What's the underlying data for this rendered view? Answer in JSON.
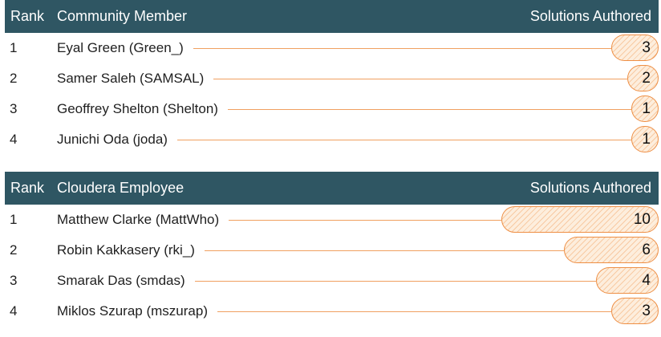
{
  "leaderboards": [
    {
      "headers": {
        "rank": "Rank",
        "name": "Community Member",
        "metric": "Solutions Authored"
      },
      "max_value": 10,
      "rows": [
        {
          "rank": "1",
          "name": "Eyal Green (Green_)",
          "value": 3
        },
        {
          "rank": "2",
          "name": "Samer Saleh (SAMSAL)",
          "value": 2
        },
        {
          "rank": "3",
          "name": "Geoffrey Shelton (Shelton)",
          "value": 1
        },
        {
          "rank": "4",
          "name": "Junichi Oda (joda)",
          "value": 1
        }
      ]
    },
    {
      "headers": {
        "rank": "Rank",
        "name": "Cloudera Employee",
        "metric": "Solutions Authored"
      },
      "max_value": 10,
      "rows": [
        {
          "rank": "1",
          "name": "Matthew Clarke (MattWho)",
          "value": 10
        },
        {
          "rank": "2",
          "name": "Robin Kakkasery (rki_)",
          "value": 6
        },
        {
          "rank": "3",
          "name": "Smarak Das (smdas)",
          "value": 4
        },
        {
          "rank": "4",
          "name": "Miklos Szurap (mszurap)",
          "value": 3
        }
      ]
    }
  ],
  "colors": {
    "header_bg": "#2f5663",
    "header_text": "#ffffff",
    "bar_border": "#ee8f45",
    "bar_fill": "#fdeedd",
    "leader_line": "#f0a060"
  }
}
